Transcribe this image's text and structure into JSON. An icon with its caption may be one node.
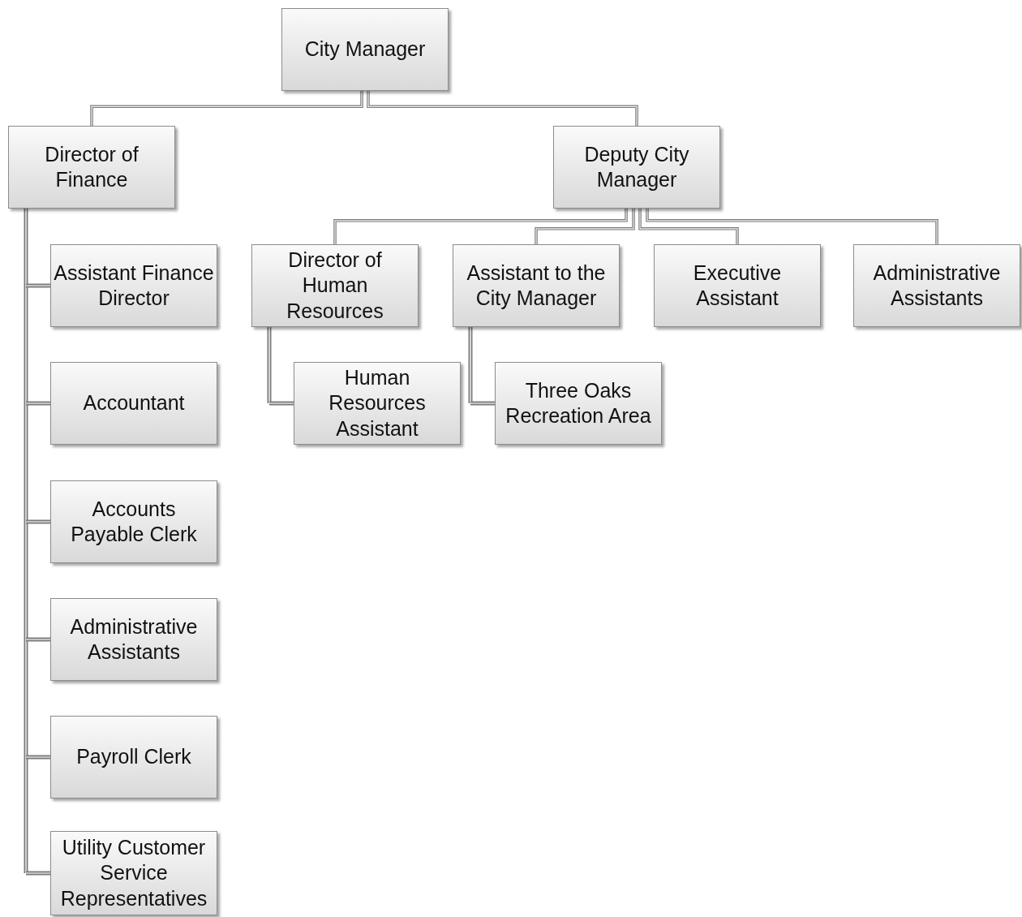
{
  "diagram": {
    "nodes": [
      {
        "text": [
          "City Manager"
        ]
      },
      {
        "text": [
          "Director of Finance"
        ]
      },
      {
        "text": [
          "Deputy City Manager"
        ]
      },
      {
        "text": [
          "Assistant Finance Director"
        ]
      },
      {
        "text": [
          "Accountant"
        ]
      },
      {
        "text": [
          "Accounts Payable Clerk"
        ]
      },
      {
        "text": [
          "Administrative Assistants"
        ]
      },
      {
        "text": [
          "Payroll Clerk"
        ]
      },
      {
        "text": [
          "Utility Customer Service Representatives"
        ]
      },
      {
        "text": [
          "Director of Human Resources"
        ]
      },
      {
        "text": [
          "Assistant to the City Manager"
        ]
      },
      {
        "text": [
          "Executive Assistant"
        ]
      },
      {
        "text": [
          "Administrative Assistants"
        ]
      },
      {
        "text": [
          "Human Resources Assistant"
        ]
      },
      {
        "text": [
          "Three Oaks Recreation Area"
        ]
      }
    ],
    "edges": [
      {
        "from": 0,
        "to": 1,
        "arrow": "none"
      },
      {
        "from": 0,
        "to": 2,
        "arrow": "none"
      },
      {
        "from": 1,
        "to": 3,
        "arrow": "none"
      },
      {
        "from": 1,
        "to": 4,
        "arrow": "none"
      },
      {
        "from": 1,
        "to": 5,
        "arrow": "none"
      },
      {
        "from": 1,
        "to": 6,
        "arrow": "none"
      },
      {
        "from": 1,
        "to": 7,
        "arrow": "none"
      },
      {
        "from": 1,
        "to": 8,
        "arrow": "none"
      },
      {
        "from": 2,
        "to": 9,
        "arrow": "none"
      },
      {
        "from": 2,
        "to": 10,
        "arrow": "none"
      },
      {
        "from": 2,
        "to": 11,
        "arrow": "none"
      },
      {
        "from": 2,
        "to": 12,
        "arrow": "none"
      },
      {
        "from": 9,
        "to": 13,
        "arrow": "none"
      },
      {
        "from": 10,
        "to": 14,
        "arrow": "none"
      }
    ]
  }
}
